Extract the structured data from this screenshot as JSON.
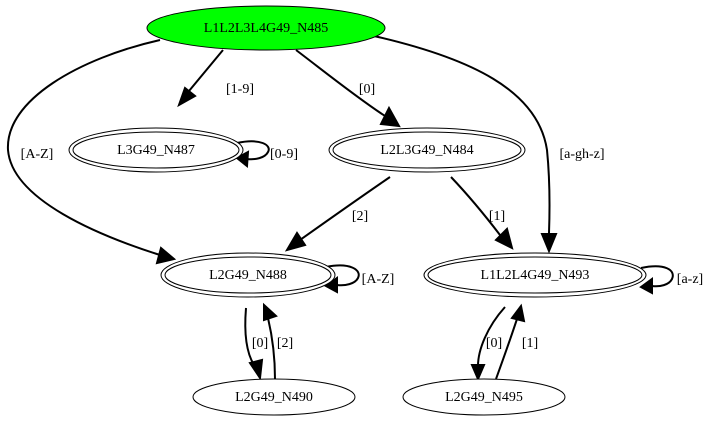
{
  "colors": {
    "start_fill": "#00ff00",
    "node_fill": "#ffffff",
    "stroke": "#000000"
  },
  "nodes": [
    {
      "id": "N485",
      "label": "L1L2L3L4G49_N485",
      "start": true,
      "accepting": false
    },
    {
      "id": "N487",
      "label": "L3G49_N487",
      "start": false,
      "accepting": true
    },
    {
      "id": "N484",
      "label": "L2L3G49_N484",
      "start": false,
      "accepting": true
    },
    {
      "id": "N488",
      "label": "L2G49_N488",
      "start": false,
      "accepting": true
    },
    {
      "id": "N493",
      "label": "L1L2L4G49_N493",
      "start": false,
      "accepting": true
    },
    {
      "id": "N490",
      "label": "L2G49_N490",
      "start": false,
      "accepting": false
    },
    {
      "id": "N495",
      "label": "L2G49_N495",
      "start": false,
      "accepting": false
    }
  ],
  "edges": [
    {
      "from": "N485",
      "to": "N487",
      "label": "[1-9]"
    },
    {
      "from": "N485",
      "to": "N484",
      "label": "[0]"
    },
    {
      "from": "N485",
      "to": "N488",
      "label": "[A-Z]"
    },
    {
      "from": "N485",
      "to": "N493",
      "label": "[a-gh-z]"
    },
    {
      "from": "N487",
      "to": "N487",
      "label": "[0-9]"
    },
    {
      "from": "N484",
      "to": "N488",
      "label": "[2]"
    },
    {
      "from": "N484",
      "to": "N493",
      "label": "[1]"
    },
    {
      "from": "N488",
      "to": "N488",
      "label": "[A-Z]"
    },
    {
      "from": "N488",
      "to": "N490",
      "label": "[0]"
    },
    {
      "from": "N490",
      "to": "N488",
      "label": "[2]"
    },
    {
      "from": "N493",
      "to": "N493",
      "label": "[a-z]"
    },
    {
      "from": "N493",
      "to": "N495",
      "label": "[0]"
    },
    {
      "from": "N495",
      "to": "N493",
      "label": "[1]"
    }
  ]
}
